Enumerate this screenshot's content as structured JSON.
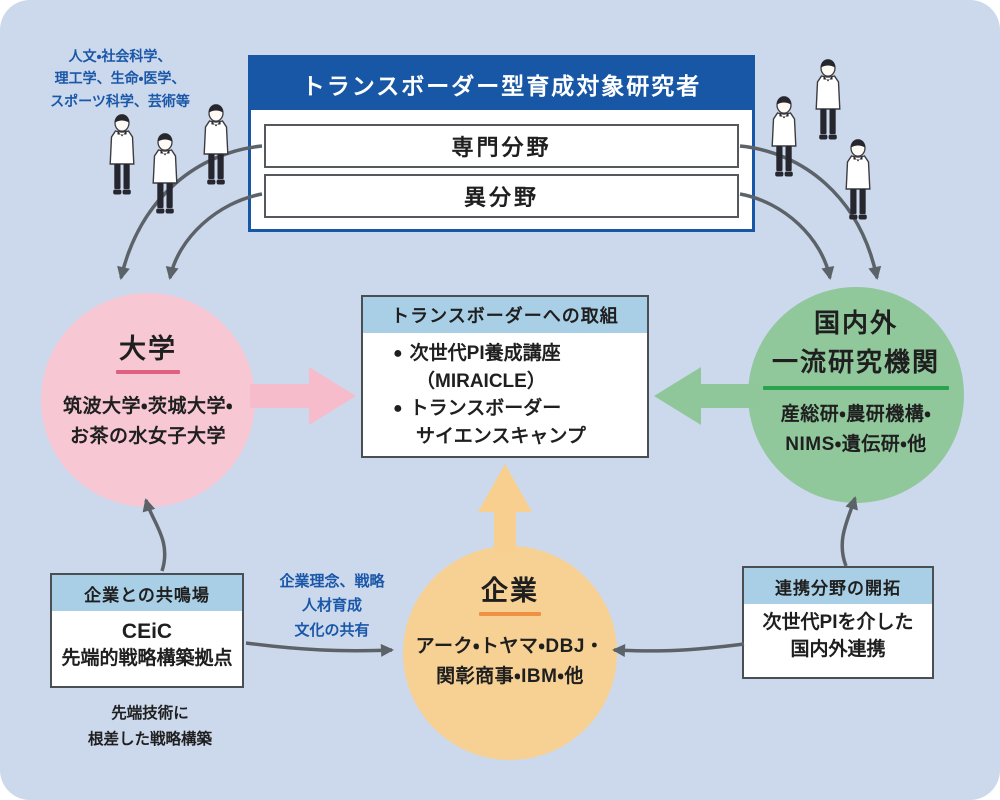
{
  "colors": {
    "background": "#ccd9ec",
    "panel_blue": "#1757a6",
    "header_lightblue": "#a9cfe6",
    "pink_circle": "#f7c8d4",
    "pink_arrow": "#f6bccb",
    "pink_underline": "#e0607f",
    "green_circle": "#90c89c",
    "green_arrow": "#8fc79b",
    "green_underline": "#2aa34e",
    "yellow_circle": "#f7d193",
    "yellow_arrow": "#f8cf8e",
    "orange_underline": "#f09043",
    "arrow_gray": "#5c6368",
    "text_dark": "#1f1f1f",
    "text_blue": "#1a57a8",
    "box_border_gray": "#4a4f54",
    "white": "#ffffff"
  },
  "top_left_note": {
    "lines": [
      "人文・社会科学、",
      "理工学、生命・医学、",
      "スポーツ科学、芸術等"
    ]
  },
  "top_box": {
    "title": "トランスボーダー型育成対象研究者",
    "rows": [
      "専門分野",
      "異分野"
    ]
  },
  "university_circle": {
    "title": "大学",
    "lines": [
      "筑波大学・茨城大学・",
      "お茶の水女子大学"
    ]
  },
  "institutes_circle": {
    "title_lines": [
      "国内外",
      "一流研究機関"
    ],
    "lines": [
      "産総研・農研機構・",
      "NIMS・遺伝研・他"
    ]
  },
  "company_circle": {
    "title": "企業",
    "lines": [
      "アーク・トヤマ・DBJ・",
      "関彰商事・IBM・他"
    ]
  },
  "center_box": {
    "title": "トランスボーダーへの取組",
    "bullet": "●",
    "items": [
      {
        "line1": "次世代PI養成講座",
        "line2": "（MIRAICLE）"
      },
      {
        "line1": "トランスボーダー",
        "line2": "サイエンスキャンプ"
      }
    ]
  },
  "ceic_box": {
    "title": "企業との共鳴場",
    "lines": [
      "CEiC",
      "先端的戦略構築拠点"
    ]
  },
  "ceic_note": {
    "lines": [
      "先端技術に",
      "根差した戦略構築"
    ]
  },
  "collab_box": {
    "title": "連携分野の開拓",
    "lines": [
      "次世代PIを介した",
      "国内外連携"
    ]
  },
  "share_note": {
    "lines": [
      "企業理念、戦略",
      "人材育成",
      "文化の共有"
    ]
  }
}
